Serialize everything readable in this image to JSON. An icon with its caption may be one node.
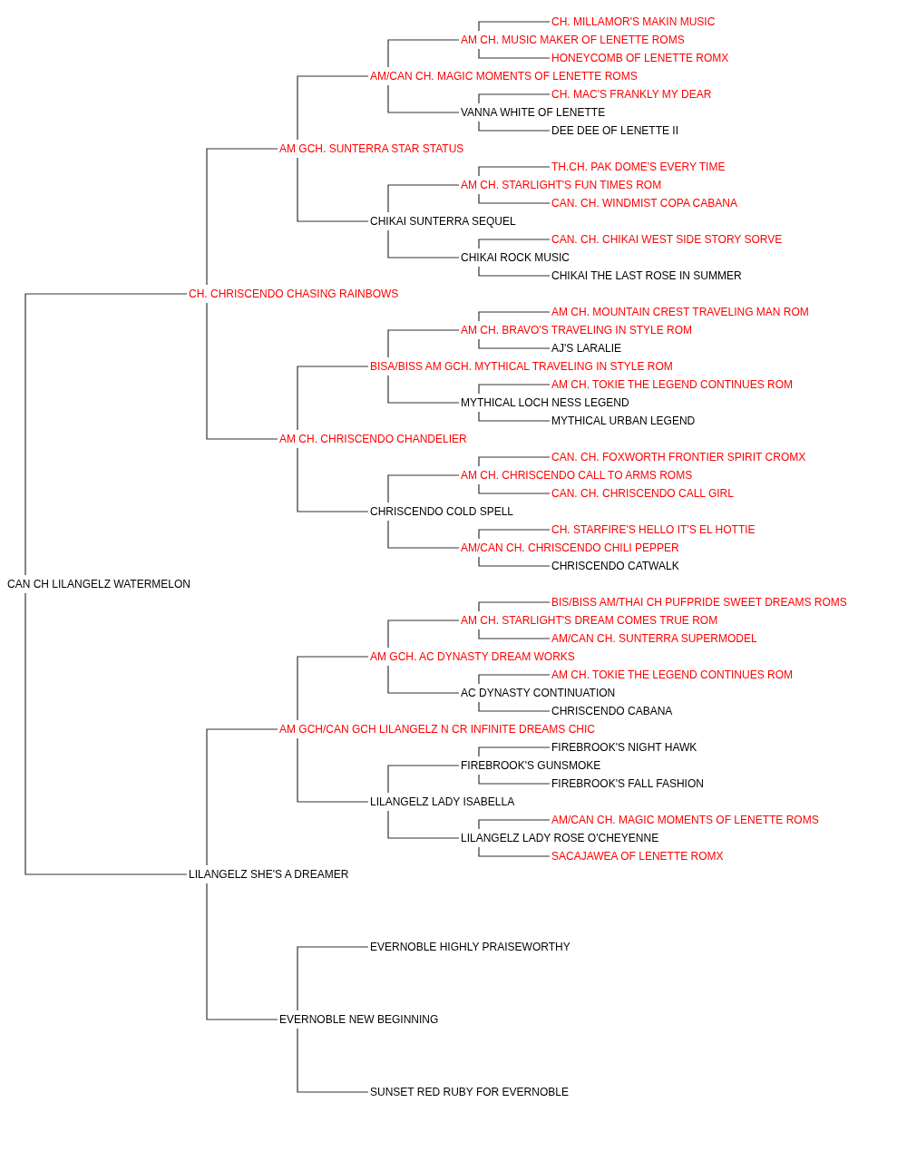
{
  "diagram": {
    "nodes": [
      {
        "text": [
          "CH. MILLAMOR'S MAKIN MUSIC"
        ]
      },
      {
        "text": [
          "AM CH. MUSIC MAKER OF LENETTE ROMS"
        ]
      },
      {
        "text": [
          "HONEYCOMB OF LENETTE ROMX"
        ]
      },
      {
        "text": [
          "AM/CAN CH. MAGIC MOMENTS OF LENETTE ROMS"
        ]
      },
      {
        "text": [
          "CH. MAC'S FRANKLY MY DEAR"
        ]
      },
      {
        "text": [
          "VANNA WHITE OF LENETTE"
        ]
      },
      {
        "text": [
          "DEE DEE OF LENETTE II"
        ]
      },
      {
        "text": [
          "AM GCH. SUNTERRA STAR STATUS"
        ]
      },
      {
        "text": [
          "TH.CH. PAK DOME'S EVERY TIME"
        ]
      },
      {
        "text": [
          "AM CH. STARLIGHT'S FUN TIMES ROM"
        ]
      },
      {
        "text": [
          "CAN. CH. WINDMIST COPA CABANA"
        ]
      },
      {
        "text": [
          "CHIKAI SUNTERRA SEQUEL"
        ]
      },
      {
        "text": [
          "CAN. CH. CHIKAI WEST SIDE STORY SORVE"
        ]
      },
      {
        "text": [
          "CHIKAI ROCK MUSIC"
        ]
      },
      {
        "text": [
          "CHIKAI THE LAST ROSE IN SUMMER"
        ]
      },
      {
        "text": [
          "CH. CHRISCENDO CHASING RAINBOWS"
        ]
      },
      {
        "text": [
          "AM CH. MOUNTAIN CREST TRAVELING MAN ROM"
        ]
      },
      {
        "text": [
          "AM CH. BRAVO'S TRAVELING IN STYLE ROM"
        ]
      },
      {
        "text": [
          "AJ'S LARALIE"
        ]
      },
      {
        "text": [
          "BISA/BISS AM GCH. MYTHICAL TRAVELING IN STYLE ROM"
        ]
      },
      {
        "text": [
          "AM CH. TOKIE THE LEGEND CONTINUES ROM"
        ]
      },
      {
        "text": [
          "MYTHICAL LOCH NESS LEGEND"
        ]
      },
      {
        "text": [
          "MYTHICAL URBAN LEGEND"
        ]
      },
      {
        "text": [
          "AM CH. CHRISCENDO CHANDELIER"
        ]
      },
      {
        "text": [
          "CAN. CH. FOXWORTH FRONTIER SPIRIT CROMX"
        ]
      },
      {
        "text": [
          "AM CH. CHRISCENDO CALL TO ARMS ROMS"
        ]
      },
      {
        "text": [
          "CAN. CH. CHRISCENDO CALL GIRL"
        ]
      },
      {
        "text": [
          "CHRISCENDO COLD SPELL"
        ]
      },
      {
        "text": [
          "CH. STARFIRE'S HELLO IT'S EL HOTTIE"
        ]
      },
      {
        "text": [
          "AM/CAN CH. CHRISCENDO CHILI PEPPER"
        ]
      },
      {
        "text": [
          "CHRISCENDO CATWALK"
        ]
      },
      {
        "text": [
          "CAN CH LILANGELZ WATERMELON"
        ]
      },
      {
        "text": [
          "BIS/BISS AM/THAI CH PUFPRIDE SWEET DREAMS ROMS"
        ]
      },
      {
        "text": [
          "AM CH. STARLIGHT'S DREAM COMES TRUE ROM"
        ]
      },
      {
        "text": [
          "AM/CAN CH. SUNTERRA SUPERMODEL"
        ]
      },
      {
        "text": [
          "AM GCH. AC DYNASTY DREAM WORKS"
        ]
      },
      {
        "text": [
          "AM CH. TOKIE THE LEGEND CONTINUES ROM"
        ]
      },
      {
        "text": [
          "AC DYNASTY CONTINUATION"
        ]
      },
      {
        "text": [
          "CHRISCENDO CABANA"
        ]
      },
      {
        "text": [
          "AM GCH/CAN GCH LILANGELZ N CR INFINITE DREAMS CHIC"
        ]
      },
      {
        "text": [
          "FIREBROOK'S NIGHT HAWK"
        ]
      },
      {
        "text": [
          "FIREBROOK'S GUNSMOKE"
        ]
      },
      {
        "text": [
          "FIREBROOK'S FALL FASHION"
        ]
      },
      {
        "text": [
          "LILANGELZ LADY ISABELLA"
        ]
      },
      {
        "text": [
          "AM/CAN CH. MAGIC MOMENTS OF LENETTE ROMS"
        ]
      },
      {
        "text": [
          "LILANGELZ LADY ROSE O'CHEYENNE"
        ]
      },
      {
        "text": [
          "SACAJAWEA OF LENETTE ROMX"
        ]
      },
      {
        "text": [
          "LILANGELZ SHE'S A DREAMER"
        ]
      },
      {
        "text": [
          "EVERNOBLE HIGHLY PRAISEWORTHY"
        ]
      },
      {
        "text": [
          "EVERNOBLE NEW BEGINNING"
        ]
      },
      {
        "text": [
          "SUNSET RED RUBY FOR EVERNOBLE"
        ]
      }
    ],
    "edges": [
      {
        "from": 31,
        "to": 15,
        "arrow": "none"
      },
      {
        "from": 31,
        "to": 47,
        "arrow": "none"
      },
      {
        "from": 15,
        "to": 7,
        "arrow": "none"
      },
      {
        "from": 15,
        "to": 23,
        "arrow": "none"
      },
      {
        "from": 7,
        "to": 3,
        "arrow": "none"
      },
      {
        "from": 7,
        "to": 11,
        "arrow": "none"
      },
      {
        "from": 3,
        "to": 1,
        "arrow": "none"
      },
      {
        "from": 3,
        "to": 5,
        "arrow": "none"
      },
      {
        "from": 1,
        "to": 0,
        "arrow": "none"
      },
      {
        "from": 1,
        "to": 2,
        "arrow": "none"
      },
      {
        "from": 5,
        "to": 4,
        "arrow": "none"
      },
      {
        "from": 5,
        "to": 6,
        "arrow": "none"
      },
      {
        "from": 11,
        "to": 9,
        "arrow": "none"
      },
      {
        "from": 11,
        "to": 13,
        "arrow": "none"
      },
      {
        "from": 9,
        "to": 8,
        "arrow": "none"
      },
      {
        "from": 9,
        "to": 10,
        "arrow": "none"
      },
      {
        "from": 13,
        "to": 12,
        "arrow": "none"
      },
      {
        "from": 13,
        "to": 14,
        "arrow": "none"
      },
      {
        "from": 23,
        "to": 19,
        "arrow": "none"
      },
      {
        "from": 23,
        "to": 27,
        "arrow": "none"
      },
      {
        "from": 19,
        "to": 17,
        "arrow": "none"
      },
      {
        "from": 19,
        "to": 21,
        "arrow": "none"
      },
      {
        "from": 17,
        "to": 16,
        "arrow": "none"
      },
      {
        "from": 17,
        "to": 18,
        "arrow": "none"
      },
      {
        "from": 21,
        "to": 20,
        "arrow": "none"
      },
      {
        "from": 21,
        "to": 22,
        "arrow": "none"
      },
      {
        "from": 27,
        "to": 25,
        "arrow": "none"
      },
      {
        "from": 27,
        "to": 29,
        "arrow": "none"
      },
      {
        "from": 25,
        "to": 24,
        "arrow": "none"
      },
      {
        "from": 25,
        "to": 26,
        "arrow": "none"
      },
      {
        "from": 29,
        "to": 28,
        "arrow": "none"
      },
      {
        "from": 29,
        "to": 30,
        "arrow": "none"
      },
      {
        "from": 47,
        "to": 39,
        "arrow": "none"
      },
      {
        "from": 47,
        "to": 49,
        "arrow": "none"
      },
      {
        "from": 39,
        "to": 35,
        "arrow": "none"
      },
      {
        "from": 39,
        "to": 43,
        "arrow": "none"
      },
      {
        "from": 35,
        "to": 33,
        "arrow": "none"
      },
      {
        "from": 35,
        "to": 37,
        "arrow": "none"
      },
      {
        "from": 33,
        "to": 32,
        "arrow": "none"
      },
      {
        "from": 33,
        "to": 34,
        "arrow": "none"
      },
      {
        "from": 37,
        "to": 36,
        "arrow": "none"
      },
      {
        "from": 37,
        "to": 38,
        "arrow": "none"
      },
      {
        "from": 43,
        "to": 41,
        "arrow": "none"
      },
      {
        "from": 43,
        "to": 45,
        "arrow": "none"
      },
      {
        "from": 41,
        "to": 40,
        "arrow": "none"
      },
      {
        "from": 41,
        "to": 42,
        "arrow": "none"
      },
      {
        "from": 45,
        "to": 44,
        "arrow": "none"
      },
      {
        "from": 45,
        "to": 46,
        "arrow": "none"
      },
      {
        "from": 49,
        "to": 48,
        "arrow": "none"
      },
      {
        "from": 49,
        "to": 50,
        "arrow": "none"
      }
    ]
  }
}
